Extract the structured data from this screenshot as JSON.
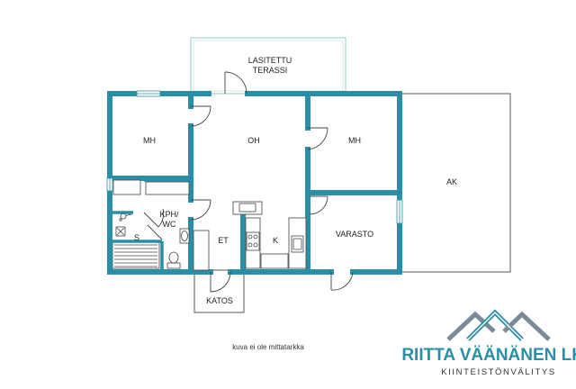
{
  "rooms": {
    "terrace_line1": "LASITETTU",
    "terrace_line2": "TERASSI",
    "mh_left": "MH",
    "oh": "OH",
    "mh_right": "MH",
    "ak": "AK",
    "kph_line1": "KPH/",
    "kph_line2": "WC",
    "s": "S",
    "et": "ET",
    "k": "K",
    "varasto": "VARASTO",
    "katos": "KATOS"
  },
  "note": "kuva ei ole mittatarkka",
  "brand": {
    "name": "RIITTA VÄÄNÄNEN LKV",
    "tagline": "KIINTEISTÖNVÄLITYS",
    "color": "#2a8fa6",
    "tag_color": "#333333"
  },
  "colors": {
    "wall": "#2a8fa6",
    "thin_line": "#555555",
    "glass": "#a9d3d3"
  },
  "icons": [
    "door-swing-icon",
    "sauna-stove-icon",
    "sink-icon",
    "toilet-icon",
    "stove-icon",
    "window-icon",
    "house-roof-logo-icon"
  ]
}
